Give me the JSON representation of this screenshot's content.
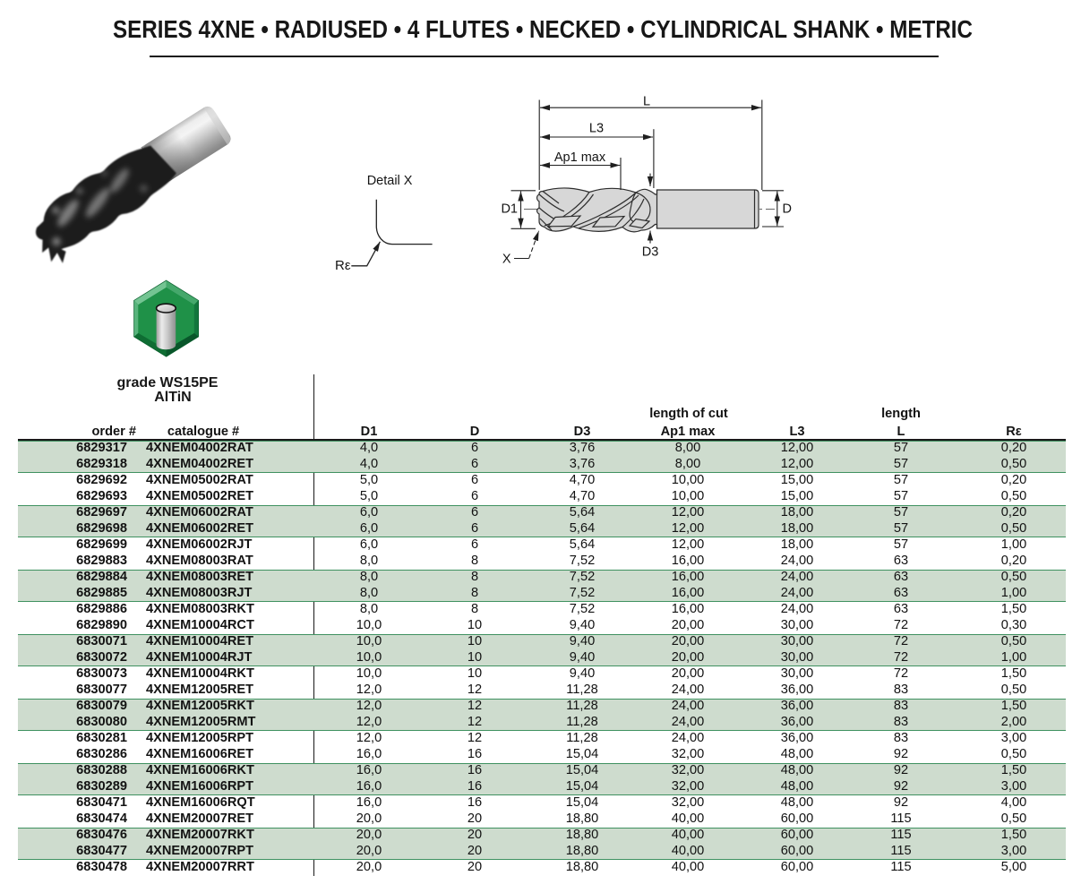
{
  "title": "SERIES 4XNE • RADIUSED • 4 FLUTES • NECKED • CYLINDRICAL SHANK • METRIC",
  "photo": {
    "description": "end mill with black coated flutes and bright cylindrical shank"
  },
  "detail_view": {
    "label": "Detail X",
    "radius_label": "Rε"
  },
  "drawing_labels": {
    "overall_length": "L",
    "flute_neck_length": "L3",
    "depth_of_cut": "Ap1 max",
    "cutting_diameter": "D1",
    "shank_diameter": "D",
    "neck_diameter": "D3",
    "detail_marker": "X"
  },
  "grade": {
    "line1": "grade WS15PE",
    "line2": "AlTiN"
  },
  "table": {
    "span_headers": [
      {
        "label": "length of cut"
      },
      {
        "label": "length"
      }
    ],
    "columns": [
      "order #",
      "catalogue #",
      "D1",
      "D",
      "D3",
      "Ap1 max",
      "L3",
      "L",
      "Rε"
    ],
    "rows": [
      [
        "6829317",
        "4XNEM04002RAT",
        "4,0",
        "6",
        "3,76",
        "8,00",
        "12,00",
        "57",
        "0,20"
      ],
      [
        "6829318",
        "4XNEM04002RET",
        "4,0",
        "6",
        "3,76",
        "8,00",
        "12,00",
        "57",
        "0,50"
      ],
      [
        "6829692",
        "4XNEM05002RAT",
        "5,0",
        "6",
        "4,70",
        "10,00",
        "15,00",
        "57",
        "0,20"
      ],
      [
        "6829693",
        "4XNEM05002RET",
        "5,0",
        "6",
        "4,70",
        "10,00",
        "15,00",
        "57",
        "0,50"
      ],
      [
        "6829697",
        "4XNEM06002RAT",
        "6,0",
        "6",
        "5,64",
        "12,00",
        "18,00",
        "57",
        "0,20"
      ],
      [
        "6829698",
        "4XNEM06002RET",
        "6,0",
        "6",
        "5,64",
        "12,00",
        "18,00",
        "57",
        "0,50"
      ],
      [
        "6829699",
        "4XNEM06002RJT",
        "6,0",
        "6",
        "5,64",
        "12,00",
        "18,00",
        "57",
        "1,00"
      ],
      [
        "6829883",
        "4XNEM08003RAT",
        "8,0",
        "8",
        "7,52",
        "16,00",
        "24,00",
        "63",
        "0,20"
      ],
      [
        "6829884",
        "4XNEM08003RET",
        "8,0",
        "8",
        "7,52",
        "16,00",
        "24,00",
        "63",
        "0,50"
      ],
      [
        "6829885",
        "4XNEM08003RJT",
        "8,0",
        "8",
        "7,52",
        "16,00",
        "24,00",
        "63",
        "1,00"
      ],
      [
        "6829886",
        "4XNEM08003RKT",
        "8,0",
        "8",
        "7,52",
        "16,00",
        "24,00",
        "63",
        "1,50"
      ],
      [
        "6829890",
        "4XNEM10004RCT",
        "10,0",
        "10",
        "9,40",
        "20,00",
        "30,00",
        "72",
        "0,30"
      ],
      [
        "6830071",
        "4XNEM10004RET",
        "10,0",
        "10",
        "9,40",
        "20,00",
        "30,00",
        "72",
        "0,50"
      ],
      [
        "6830072",
        "4XNEM10004RJT",
        "10,0",
        "10",
        "9,40",
        "20,00",
        "30,00",
        "72",
        "1,00"
      ],
      [
        "6830073",
        "4XNEM10004RKT",
        "10,0",
        "10",
        "9,40",
        "20,00",
        "30,00",
        "72",
        "1,50"
      ],
      [
        "6830077",
        "4XNEM12005RET",
        "12,0",
        "12",
        "11,28",
        "24,00",
        "36,00",
        "83",
        "0,50"
      ],
      [
        "6830079",
        "4XNEM12005RKT",
        "12,0",
        "12",
        "11,28",
        "24,00",
        "36,00",
        "83",
        "1,50"
      ],
      [
        "6830080",
        "4XNEM12005RMT",
        "12,0",
        "12",
        "11,28",
        "24,00",
        "36,00",
        "83",
        "2,00"
      ],
      [
        "6830281",
        "4XNEM12005RPT",
        "12,0",
        "12",
        "11,28",
        "24,00",
        "36,00",
        "83",
        "3,00"
      ],
      [
        "6830286",
        "4XNEM16006RET",
        "16,0",
        "16",
        "15,04",
        "32,00",
        "48,00",
        "92",
        "0,50"
      ],
      [
        "6830288",
        "4XNEM16006RKT",
        "16,0",
        "16",
        "15,04",
        "32,00",
        "48,00",
        "92",
        "1,50"
      ],
      [
        "6830289",
        "4XNEM16006RPT",
        "16,0",
        "16",
        "15,04",
        "32,00",
        "48,00",
        "92",
        "3,00"
      ],
      [
        "6830471",
        "4XNEM16006RQT",
        "16,0",
        "16",
        "15,04",
        "32,00",
        "48,00",
        "92",
        "4,00"
      ],
      [
        "6830474",
        "4XNEM20007RET",
        "20,0",
        "20",
        "18,80",
        "40,00",
        "60,00",
        "115",
        "0,50"
      ],
      [
        "6830476",
        "4XNEM20007RKT",
        "20,0",
        "20",
        "18,80",
        "40,00",
        "60,00",
        "115",
        "1,50"
      ],
      [
        "6830477",
        "4XNEM20007RPT",
        "20,0",
        "20",
        "18,80",
        "40,00",
        "60,00",
        "115",
        "3,00"
      ],
      [
        "6830478",
        "4XNEM20007RRT",
        "20,0",
        "20",
        "18,80",
        "40,00",
        "60,00",
        "115",
        "5,00"
      ]
    ]
  },
  "colors": {
    "row_highlight": "#cedcce",
    "row_highlight_border": "#3f9160",
    "icon_green": "#1e9048",
    "text": "#1c1c1c"
  }
}
